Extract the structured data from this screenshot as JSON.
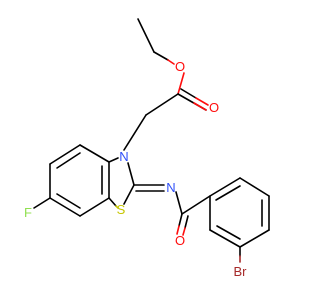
{
  "atoms": {
    "O_ether": {
      "text": "O",
      "color": "#ff0d0d"
    },
    "O_carbonyl": {
      "text": "O",
      "color": "#ff0d0d"
    },
    "N_ring": {
      "text": "N",
      "color": "#3050f8"
    },
    "N_imine": {
      "text": "N",
      "color": "#3050f8"
    },
    "S_ring": {
      "text": "S",
      "color": "#c6c600"
    },
    "F": {
      "text": "F",
      "color": "#90e050"
    },
    "O_amide": {
      "text": "O",
      "color": "#ff0d0d"
    },
    "Br": {
      "text": "Br",
      "color": "#a62929"
    }
  }
}
